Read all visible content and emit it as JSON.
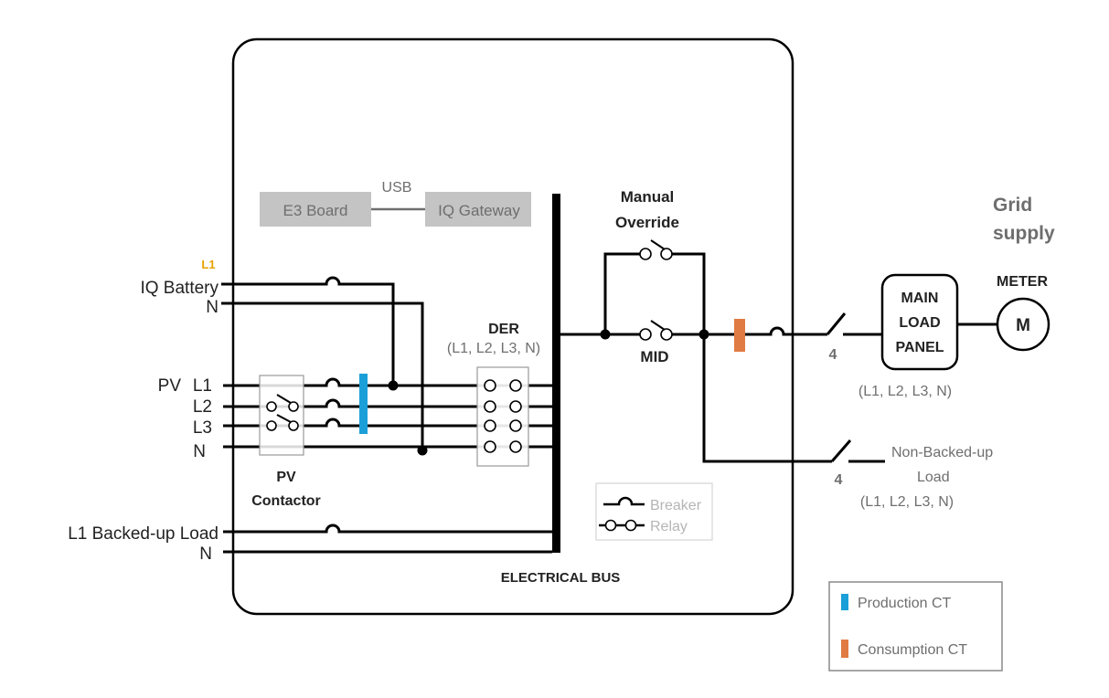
{
  "colors": {
    "production_ct": "#1b9fd8",
    "consumption_ct": "#e07b43",
    "accent_l1": "#e6a100",
    "grey_box": "#c4c4c4"
  },
  "labels": {
    "usb": "USB",
    "e3_board": "E3 Board",
    "iq_gateway": "IQ Gateway",
    "manual_override_1": "Manual",
    "manual_override_2": "Override",
    "mid": "MID",
    "der": "DER",
    "der_phases": "(L1, L2, L3, N)",
    "iq_battery": "IQ Battery",
    "iq_battery_l1": "L1",
    "iq_battery_n": "N",
    "pv": "PV",
    "pv_l1": "L1",
    "pv_l2": "L2",
    "pv_l3": "L3",
    "pv_n": "N",
    "pv_contactor_1": "PV",
    "pv_contactor_2": "Contactor",
    "backed_up_load": "L1 Backed-up Load",
    "backed_up_n": "N",
    "electrical_bus": "ELECTRICAL BUS",
    "grid_supply_1": "Grid",
    "grid_supply_2": "supply",
    "meter": "METER",
    "meter_symbol": "M",
    "main_load_panel_1": "MAIN",
    "main_load_panel_2": "LOAD",
    "main_load_panel_3": "PANEL",
    "main_panel_phases": "(L1, L2, L3, N)",
    "main_breaker_poles": "4",
    "non_backed_1": "Non-Backed-up",
    "non_backed_2": "Load",
    "non_backed_phases": "(L1, L2, L3, N)",
    "non_backed_poles": "4"
  },
  "legend_symbols": {
    "breaker": "Breaker",
    "relay": "Relay"
  },
  "legend_ct": {
    "production": "Production CT",
    "consumption": "Consumption CT"
  }
}
